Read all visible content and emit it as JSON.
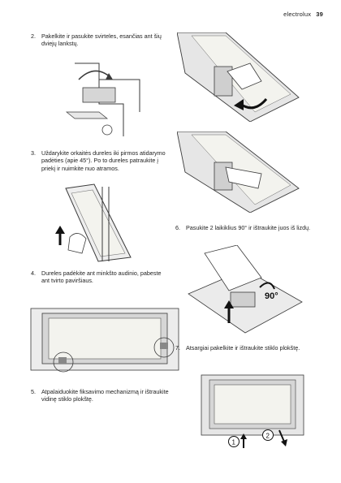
{
  "header": {
    "brand": "electrolux",
    "page": "39"
  },
  "steps": [
    {
      "num": "2.",
      "text": "Pakelkite ir pasukite svirteles, esančias ant šių dviejų lankstų."
    },
    {
      "num": "3.",
      "text": "Uždarykite orkaitės dureles iki pirmos atidarymo padėties (apie 45°). Po to dureles patraukite į priekį ir nuimkite nuo atramos."
    },
    {
      "num": "4.",
      "text": "Dureles padėkite ant minkšto audinio, pabeste ant tvirto paviršiaus."
    },
    {
      "num": "5.",
      "text": "Atpalaiduokite fiksavimo mechanizmą ir ištraukite vidinę stiklo plokštę."
    },
    {
      "num": "6.",
      "text": "Pasukite 2 laikiklius 90° ir ištraukite juos iš lizdų."
    },
    {
      "num": "7.",
      "text": "Atsargiai pakelkite ir ištraukite stiklo plokštę."
    }
  ],
  "figure_labels": {
    "angle": "90°",
    "marker1": "1",
    "marker2": "2"
  },
  "colors": {
    "line": "#3a3a3a",
    "door_frame": "#d6d6d6",
    "glass": "#f3f3ee",
    "accent": "#555555"
  }
}
